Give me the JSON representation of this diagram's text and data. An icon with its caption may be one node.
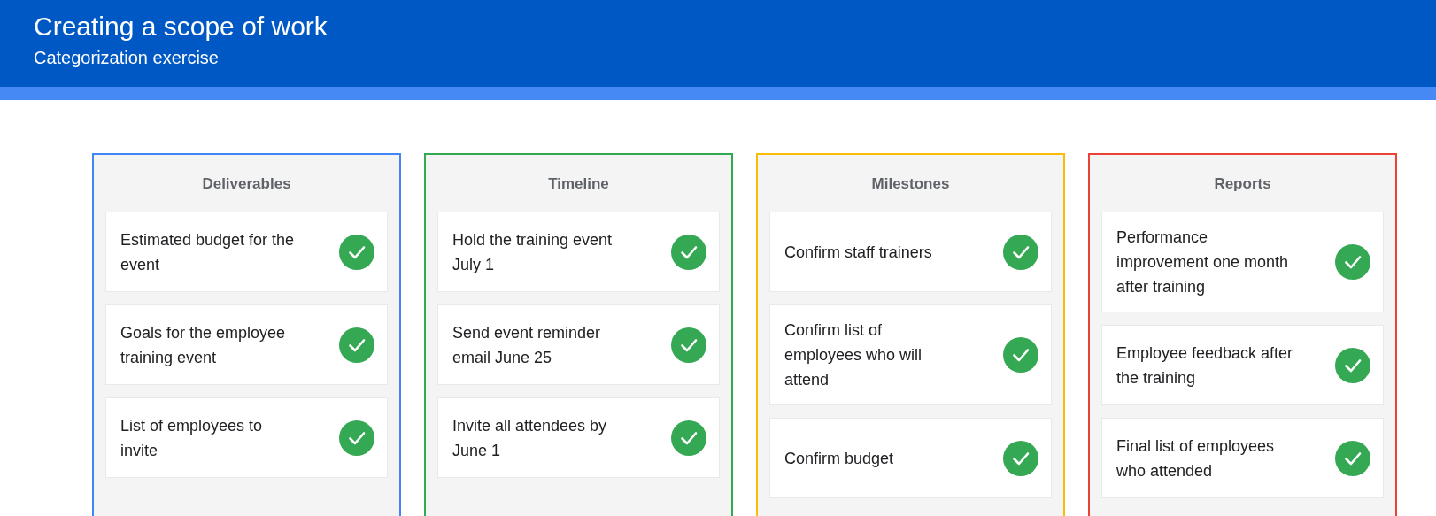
{
  "diagram": {
    "title": "Creating a scope of work",
    "nodes": [
      {
        "text": [
          "Deliverables"
        ]
      },
      {
        "text": [
          "Estimated budget for the event"
        ],
        "in": 0
      },
      {
        "text": [
          "Goals for the employee training event"
        ],
        "in": 0
      },
      {
        "text": [
          "List of employees to invite"
        ],
        "in": 0
      },
      {
        "text": [
          "Timeline"
        ]
      },
      {
        "text": [
          "Hold the training event July 1"
        ],
        "in": 4
      },
      {
        "text": [
          "Send event reminder email June 25"
        ],
        "in": 4
      },
      {
        "text": [
          "Invite all attendees by June 1"
        ],
        "in": 4
      },
      {
        "text": [
          "Milestones"
        ]
      },
      {
        "text": [
          "Confirm staff trainers"
        ],
        "in": 8
      },
      {
        "text": [
          "Confirm list of employees who will attend"
        ],
        "in": 8
      },
      {
        "text": [
          "Confirm budget"
        ],
        "in": 8
      },
      {
        "text": [
          "Reports"
        ]
      },
      {
        "text": [
          "Performance improvement one month after training"
        ],
        "in": 12
      },
      {
        "text": [
          "Employee feedback after the training"
        ],
        "in": 12
      },
      {
        "text": [
          "Final list of employees who attended"
        ],
        "in": 12
      }
    ],
    "labels": [
      "Categorization exercise"
    ]
  }
}
